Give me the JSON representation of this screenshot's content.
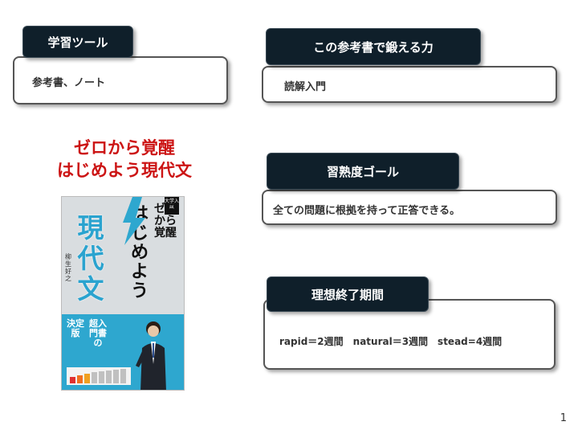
{
  "sections": {
    "tools": {
      "label": "学習ツール",
      "content": "参考書、ノート"
    },
    "skills": {
      "label": "この参考書で鍛える力",
      "content": "読解入門"
    },
    "goal": {
      "label": "習熟度ゴール",
      "content": "全ての問題に根拠を持って正答できる。"
    },
    "period": {
      "label": "理想終了期間",
      "content": "rapid＝2週間　natural＝3週間　stead=4週間"
    }
  },
  "book": {
    "title_line1": "ゼロから覚醒",
    "title_line2": "はじめよう現代文",
    "cover": {
      "badge": "大学入試",
      "series": "ゼロから覚醒",
      "main": "はじめよう",
      "big": "現代文",
      "author": "柳生好之",
      "band_left": "決定版",
      "band_right": "超入門書の"
    }
  },
  "page_number": "1",
  "colors": {
    "tag_bg": "#0f1f2a",
    "title_red": "#cc1414",
    "band": "#2ea7cf"
  }
}
